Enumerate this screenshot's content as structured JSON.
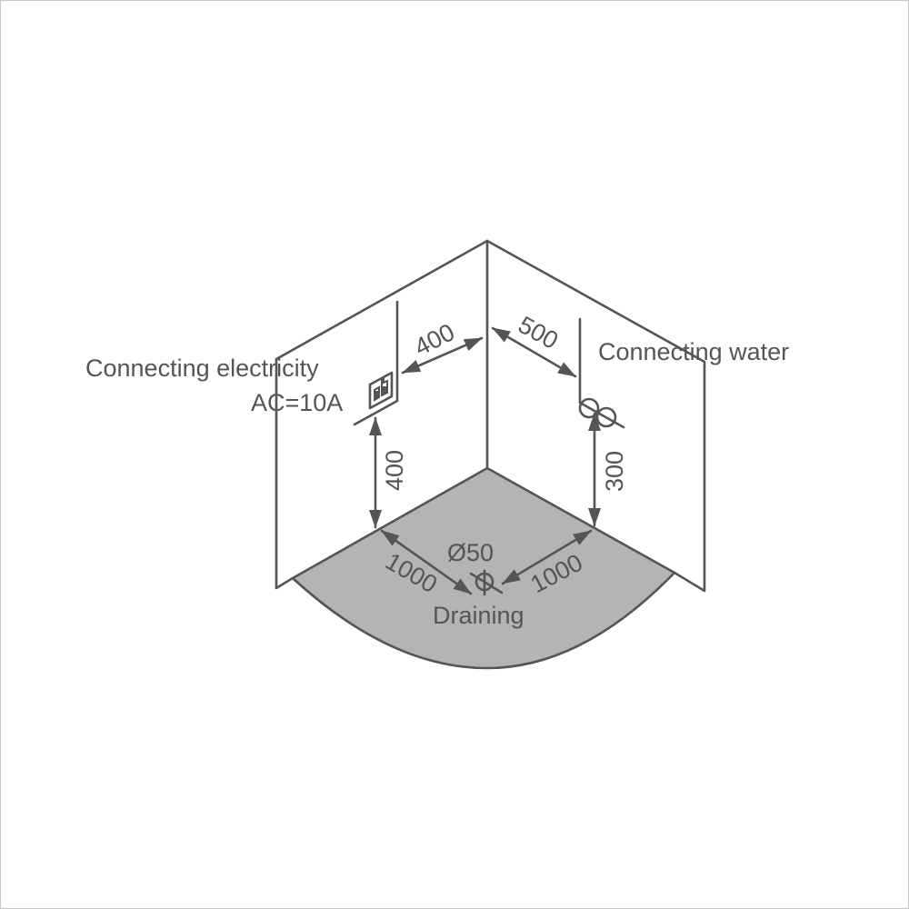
{
  "diagram": {
    "type": "installation-diagram",
    "subject": "corner shower enclosure service connection positions",
    "colors": {
      "line": "#555555",
      "text": "#555555",
      "floor_fill": "#b4b4b4",
      "background": "#ffffff",
      "frame_border": "#c8c8c8"
    },
    "labels": {
      "electricity": "Connecting electricity",
      "electricity_rating": "AC=10A",
      "water": "Connecting water",
      "draining": "Draining"
    },
    "dimensions": {
      "electricity_from_corner": "400",
      "electricity_height": "400",
      "water_from_corner": "500",
      "water_height": "300",
      "drain_diameter": "Ø50",
      "drain_from_left_wall": "1000",
      "drain_from_right_wall": "1000"
    },
    "symbols": {
      "electric_socket": "socket-icon",
      "water_valve": "water-valve-icon",
      "drain": "drain-icon"
    }
  }
}
